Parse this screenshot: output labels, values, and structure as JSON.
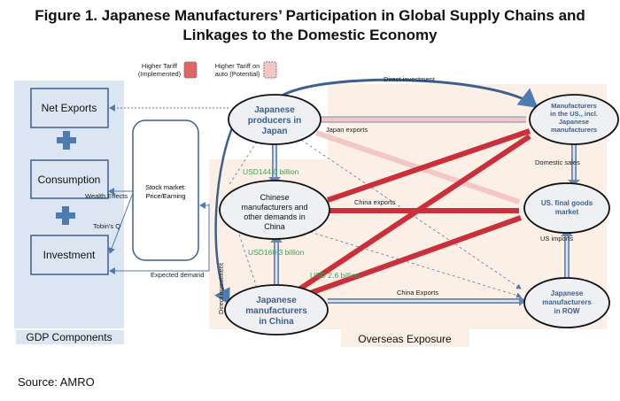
{
  "title": {
    "line1": "Figure 1. Japanese Manufacturers’ Participation in Global Supply Chains and",
    "line2": "Linkages to the Domestic Economy"
  },
  "legend": {
    "implemented_1": "Higher Tariff",
    "implemented_2": "(Implemented)",
    "potential_1": "Higher Tariff on",
    "potential_2": "auto (Potential)",
    "implemented_color": "#e06666",
    "potential_color": "#f4c7c7"
  },
  "gdp": {
    "net_exports": "Net Exports",
    "consumption": "Consumption",
    "investment": "Investment",
    "caption": "GDP Components"
  },
  "stock": {
    "line1": "Stock market:",
    "line2": "Price/Earning"
  },
  "labels": {
    "wealth_effects": "Wealth Effects",
    "tobins_q": "Tobin's Q",
    "expected_demand": "Expected demand",
    "direct_investment_top": "Direct investment",
    "direct_investment_side": "Direct investment",
    "japan_exports": "Japan exports",
    "china_exports": "China exports",
    "china_exports_row": "China Exports",
    "domestic_sales": "Domestic sales",
    "us_imports": "US imports",
    "usd_144": "USD144.0 billion",
    "usd_160": "USD160.3 billion",
    "usd_2_6": "USD 2.6 billion",
    "overseas": "Overseas Exposure"
  },
  "nodes": {
    "japan_producers": [
      "Japanese",
      "producers in",
      "Japan"
    ],
    "chinese_mfrs": [
      "Chinese",
      "manufacturers and",
      "other demands  in",
      "China"
    ],
    "jp_mfrs_china": [
      "Japanese",
      "manufacturers",
      "in China"
    ],
    "us_mfrs": [
      "Manufacturers",
      "in the US., incl.",
      "Japanese",
      "manufacturers"
    ],
    "us_final": [
      "US. final goods",
      "market"
    ],
    "jp_mfrs_row": [
      "Japanese",
      "manufacturers",
      "in  ROW"
    ]
  },
  "source": "Source: AMRO"
}
